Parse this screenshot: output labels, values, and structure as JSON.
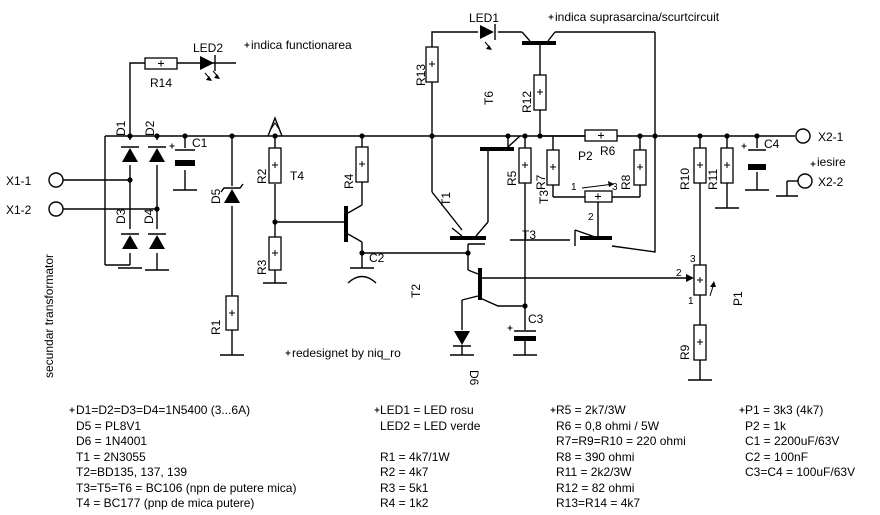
{
  "diagram": {
    "notes": {
      "led2": "indica functionarea",
      "led1": "indica suprasarcina/scurtcircuit",
      "output": "iesire",
      "credit": "redesignet by niq_ro",
      "transformer": "secundar transformator"
    },
    "terminals": [
      "X1-1",
      "X1-2",
      "X2-1",
      "X2-2"
    ],
    "parts": {
      "D1": "D1",
      "D2": "D2",
      "D3": "D3",
      "D4": "D4",
      "D5": "D5",
      "D6": "D6",
      "LED1": "LED1",
      "LED2": "LED2",
      "R1": "R1",
      "R2": "R2",
      "R3": "R3",
      "R4": "R4",
      "R5": "R5",
      "R6": "R6",
      "R7": "R7",
      "R8": "R8",
      "R9": "R9",
      "R10": "R10",
      "R11": "R11",
      "R12": "R12",
      "R13": "R13",
      "R14": "R14",
      "C1": "C1",
      "C2": "C2",
      "C3": "C3",
      "C4": "C4",
      "T1": "T1",
      "T2": "T2",
      "T3": "T3",
      "T4": "T4",
      "T6": "T6",
      "P1": "P1",
      "P2": "P2"
    },
    "pins": [
      "1",
      "2",
      "3"
    ]
  },
  "bom": {
    "col1": [
      "D1=D2=D3=D4=1N5400 (3...6A)",
      "D5 = PL8V1",
      "D6 = 1N4001",
      "T1 = 2N3055",
      "T2=BD135, 137, 139",
      "T3=T5=T6 = BC106 (npn de putere mica)",
      "T4 = BC177 (pnp de mica putere)"
    ],
    "col2": [
      "LED1 = LED rosu",
      "LED2 = LED verde",
      "",
      "R1 = 4k7/1W",
      "R2 = 4k7",
      "R3 = 5k1",
      "R4 = 1k2"
    ],
    "col3": [
      "R5 = 2k7/3W",
      "R6 = 0,8 ohmi / 5W",
      "R7=R9=R10 = 220 ohmi",
      "R8 = 390 ohmi",
      "R11 = 2k2/3W",
      "R12 = 82 ohmi",
      "R13=R14 = 4k7"
    ],
    "col4": [
      "P1 = 3k3 (4k7)",
      "P2 = 1k",
      "C1 = 2200uF/63V",
      "C2 = 100nF",
      "C3=C4 = 100uF/63V"
    ]
  }
}
